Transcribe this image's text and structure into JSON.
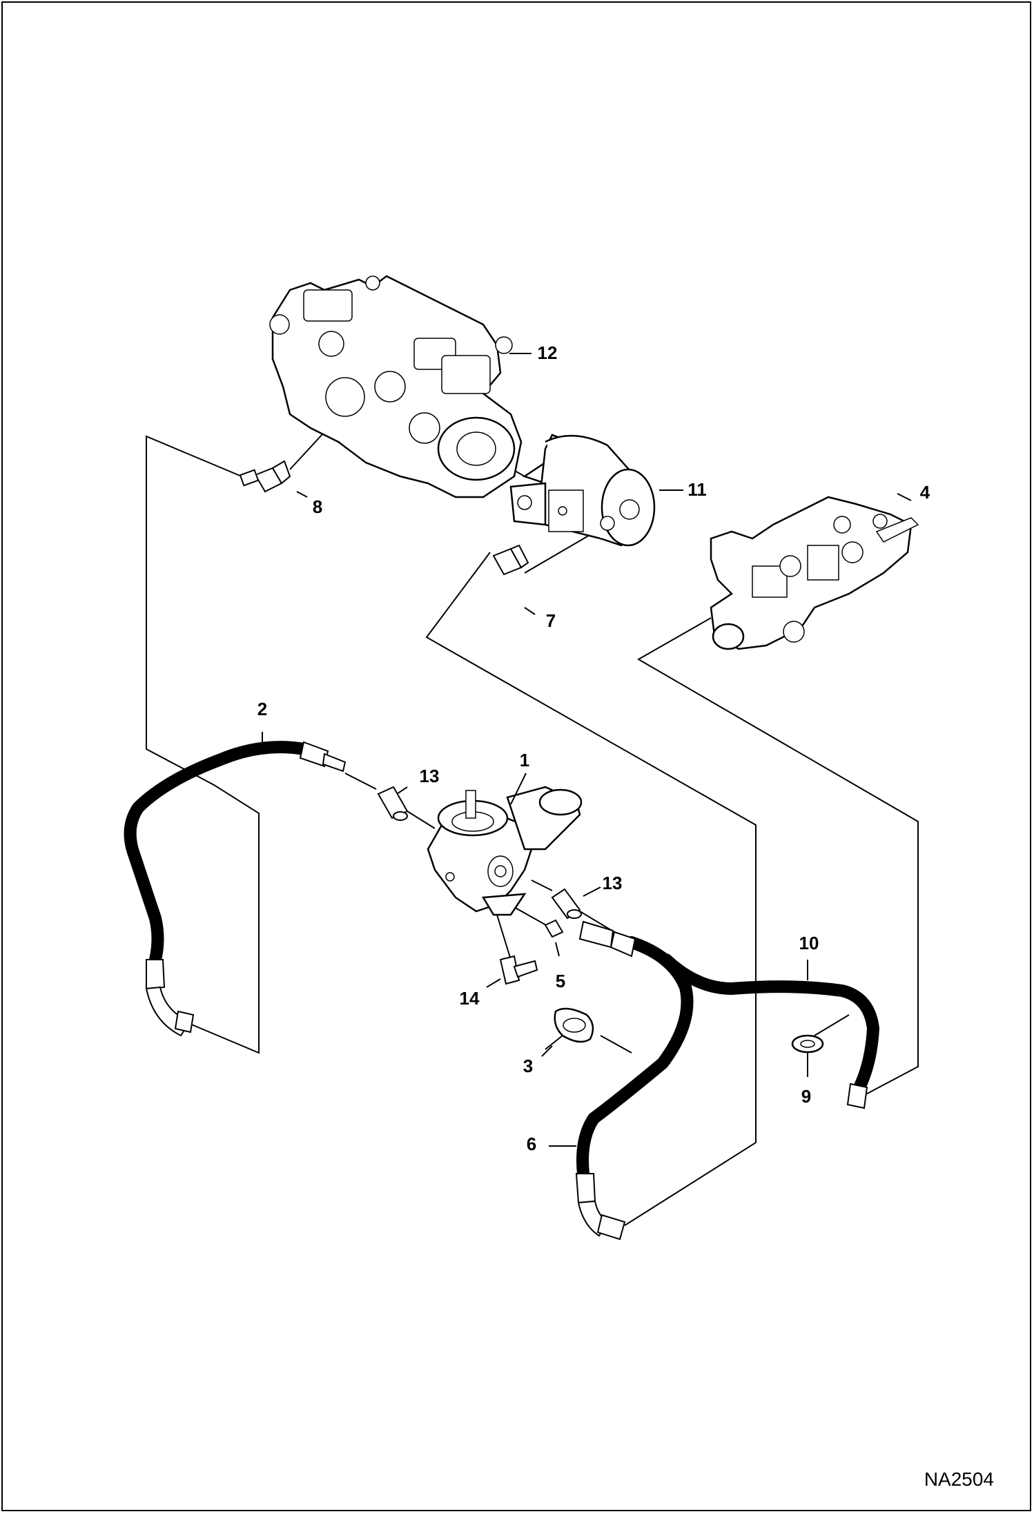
{
  "diagram": {
    "drawing_id": "NA2504",
    "callouts": [
      "1",
      "2",
      "3",
      "4",
      "5",
      "6",
      "7",
      "8",
      "9",
      "10",
      "11",
      "12",
      "13",
      "13",
      "14"
    ]
  }
}
